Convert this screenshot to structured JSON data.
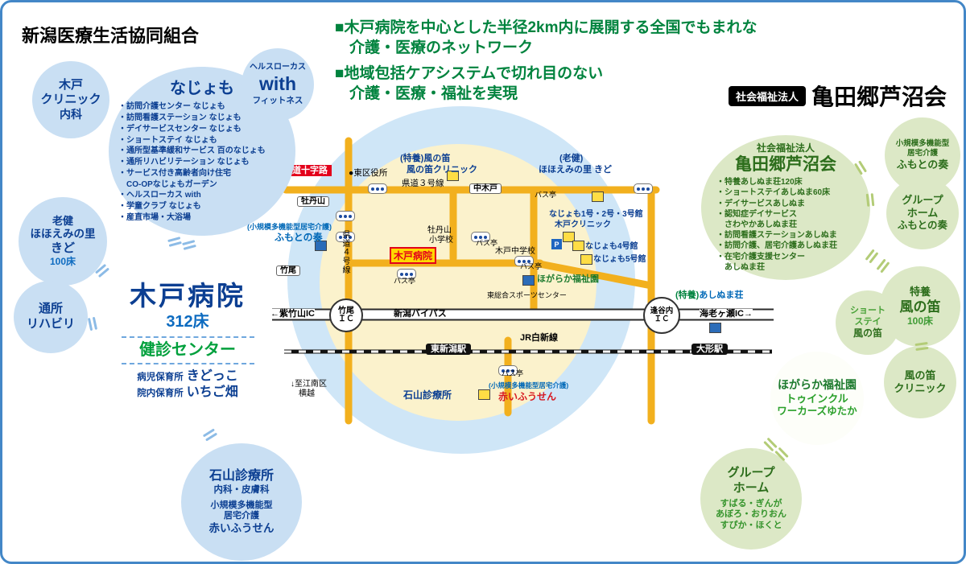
{
  "coop_title": "新潟医療生活協同組合",
  "headline": {
    "l1a": "■木戸病院を中心とした半径2km内に展開する全国でもまれな",
    "l1b": "介護・医療のネットワーク",
    "l2a": "■地域包括ケアシステムで切れ目のない",
    "l2b": "介護・医療・福祉を実現"
  },
  "org_badge": {
    "prefix": "社会福祉法人",
    "name": "亀田郷芦沼会"
  },
  "left": {
    "kido_clinic": {
      "l1": "木戸",
      "l2": "クリニック",
      "l3": "内科"
    },
    "najomo": {
      "title": "なじょも",
      "items": [
        "・訪問介護センター なじょも",
        "・訪問看護ステーション なじょも",
        "・デイサービスセンター なじょも",
        "・ショートステイ なじょも",
        "・通所型基準緩和サービス 百のなじょも",
        "・通所リハビリテーション なじょも",
        "・サービス付き高齢者向け住宅",
        "CO-OPなじょもガーデン",
        "・ヘルスローカス with",
        "・学童クラブ なじょも",
        "・産直市場・大浴場"
      ]
    },
    "with_fitness": {
      "l1": "ヘルスローカス",
      "l2": "with",
      "l3": "フィットネス"
    },
    "rouken": {
      "l1": "老健",
      "l2": "ほほえみの里",
      "l3": "きど",
      "beds": "100床"
    },
    "tsusho": {
      "l1": "通所",
      "l2": "リハビリ"
    },
    "hospital": {
      "name": "木戸病院",
      "beds": "312床",
      "kenshin": "健診センター",
      "byoji_label": "病児保育所",
      "byoji_name": "きどっこ",
      "innai_label": "院内保育所",
      "innai_name": "いちご畑"
    },
    "ishiyama": {
      "title": "石山診療所",
      "dept": "内科・皮膚科",
      "l3": "小規模多機能型",
      "l4": "居宅介護",
      "name": "赤いふうせん"
    }
  },
  "right": {
    "ashinuma": {
      "prefix": "社会福祉法人",
      "title": "亀田郷芦沼会",
      "items": [
        "・特養あしぬま荘120床",
        "・ショートステイあしぬま60床",
        "・デイサービスあしぬま",
        "・認知症デイサービス",
        "さわやかあしぬま荘",
        "・訪問看護ステーションあしぬま",
        "・訪問介護、居宅介護あしぬま荘",
        "・在宅介護支援センター",
        "あしぬま荘"
      ]
    },
    "fumoto_kyotaku": {
      "l1": "小規模多機能型",
      "l2": "居宅介護",
      "name": "ふもとの奏"
    },
    "fumoto_gh": {
      "l1": "グループ",
      "l2": "ホーム",
      "name": "ふもとの奏"
    },
    "kaze_tokuyo": {
      "l1": "特養",
      "l2": "風の笛",
      "beds": "100床"
    },
    "kaze_ss": {
      "l1": "ショート",
      "l2": "ステイ",
      "l3": "風の笛"
    },
    "kaze_clinic": {
      "l1": "風の笛",
      "l2": "クリニック"
    },
    "hogaraka": {
      "title": "ほがらか福祉園",
      "l2": "トゥインクル",
      "l3": "ワーカーズゆたか"
    },
    "gh": {
      "l1": "グループ",
      "l2": "ホーム",
      "items": [
        "すばる・ぎんが",
        "あぼろ・おりおん",
        "すぴか・ほくと"
      ]
    }
  },
  "map": {
    "crossroad": "赤道十字路",
    "ward_office": "●東区役所",
    "kaze_tokuyo_label": "(特養)風の笛",
    "kaze_clinic_label": "風の笛クリニック",
    "kendo3": "県道３号線",
    "rouken_label1": "(老健)",
    "rouken_label2": "ほほえみの里 きど",
    "nakakido": "中木戸",
    "botanyama": "牡丹山",
    "fumoto_label1": "(小規模多機能型居宅介護)",
    "fumoto_label2": "ふもとの奏",
    "najomo123": "なじょも1号・2号・3号館",
    "kido_clinic_label": "木戸クリニック",
    "najomo4": "なじょも4号館",
    "najomo5": "なじょも5号館",
    "school1": "牡丹山",
    "school2": "小学校",
    "junior_high": "木戸中学校",
    "hospital_label": "木戸病院",
    "takeo": "竹尾",
    "kendo4": "県道４号線",
    "hogaraka_label": "ほがらか福祉園",
    "sports_center": "東総合スポーツセンター",
    "ic_shichikuyama": "←紫竹山IC",
    "ic_takeo1": "竹尾",
    "ic_takeo2": "ＩＣ",
    "bypass_label": "新潟バイパス",
    "ic_outanai1": "逢谷内",
    "ic_outanai2": "ＩＣ",
    "ashinuma_label1": "(特養)",
    "ashinuma_label2": "あしぬま荘",
    "ic_ebigase": "海老ヶ瀬IC→",
    "jr_label": "JR白新線",
    "sta_higashi": "東新潟駅",
    "sta_ogata": "大形駅",
    "to_konan1": "↓至江南区",
    "to_konan2": "横越",
    "ishiyama_label": "石山診療所",
    "akai_label1": "(小規模多機能型居宅介護)",
    "akai_label2": "赤いふうせん",
    "bus_stop": "バス亭",
    "parking": "P"
  },
  "colors": {
    "kido_blue": "#0c3f92",
    "ashinuma_green": "#2d6e1c",
    "headline_green": "#00833e",
    "road_yellow": "#f2b01e",
    "map_circle_blue": "#cfe6f7",
    "map_circle_yellow": "#fbf2cc",
    "red_accent": "#e3001b"
  }
}
